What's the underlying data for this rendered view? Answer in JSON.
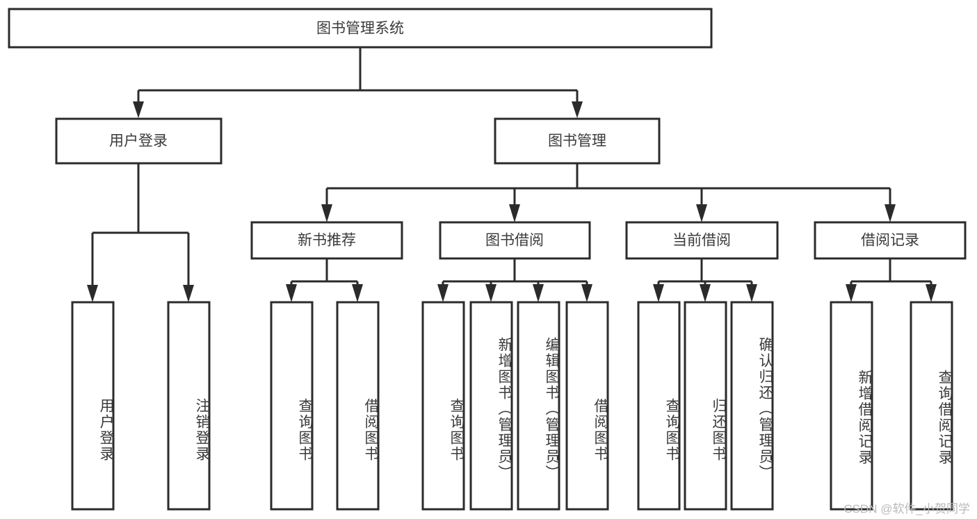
{
  "diagram": {
    "type": "tree-hierarchy",
    "title": "图书管理系统",
    "watermark": "CSDN @软件_小贺同学",
    "colors": {
      "background": "#ffffff",
      "box_stroke": "#2b2b2b",
      "box_fill": "#ffffff",
      "text": "#3a3a3a",
      "connector": "#2b2b2b",
      "watermark": "#b9b9b9"
    },
    "levels": {
      "root": {
        "label": "图书管理系统"
      },
      "level2": [
        {
          "label": "用户登录"
        },
        {
          "label": "图书管理"
        }
      ],
      "level3": [
        {
          "label": "新书推荐"
        },
        {
          "label": "图书借阅"
        },
        {
          "label": "当前借阅"
        },
        {
          "label": "借阅记录"
        }
      ],
      "leaves_user_login": [
        {
          "label": "用户登录"
        },
        {
          "label": "注销登录"
        }
      ],
      "leaves_new_book": [
        {
          "label": "查询图书"
        },
        {
          "label": "借阅图书"
        }
      ],
      "leaves_borrow": [
        {
          "label": "查询图书"
        },
        {
          "label": "新增图书（管理员）"
        },
        {
          "label": "编辑图书（管理员）"
        },
        {
          "label": "借阅图书"
        }
      ],
      "leaves_current": [
        {
          "label": "查询图书"
        },
        {
          "label": "归还图书"
        },
        {
          "label": "确认归还（管理员）"
        }
      ],
      "leaves_record": [
        {
          "label": "新增借阅记录"
        },
        {
          "label": "查询借阅记录"
        }
      ]
    },
    "edges": [
      {
        "from": "图书管理系统",
        "to": "用户登录"
      },
      {
        "from": "图书管理系统",
        "to": "图书管理"
      },
      {
        "from": "用户登录",
        "to": "用户登录"
      },
      {
        "from": "用户登录",
        "to": "注销登录"
      },
      {
        "from": "图书管理",
        "to": "新书推荐"
      },
      {
        "from": "图书管理",
        "to": "图书借阅"
      },
      {
        "from": "图书管理",
        "to": "当前借阅"
      },
      {
        "from": "图书管理",
        "to": "借阅记录"
      },
      {
        "from": "新书推荐",
        "to": "查询图书"
      },
      {
        "from": "新书推荐",
        "to": "借阅图书"
      },
      {
        "from": "图书借阅",
        "to": "查询图书"
      },
      {
        "from": "图书借阅",
        "to": "新增图书（管理员）"
      },
      {
        "from": "图书借阅",
        "to": "编辑图书（管理员）"
      },
      {
        "from": "图书借阅",
        "to": "借阅图书"
      },
      {
        "from": "当前借阅",
        "to": "查询图书"
      },
      {
        "from": "当前借阅",
        "to": "归还图书"
      },
      {
        "from": "当前借阅",
        "to": "确认归还（管理员）"
      },
      {
        "from": "借阅记录",
        "to": "新增借阅记录"
      },
      {
        "from": "借阅记录",
        "to": "查询借阅记录"
      }
    ]
  }
}
